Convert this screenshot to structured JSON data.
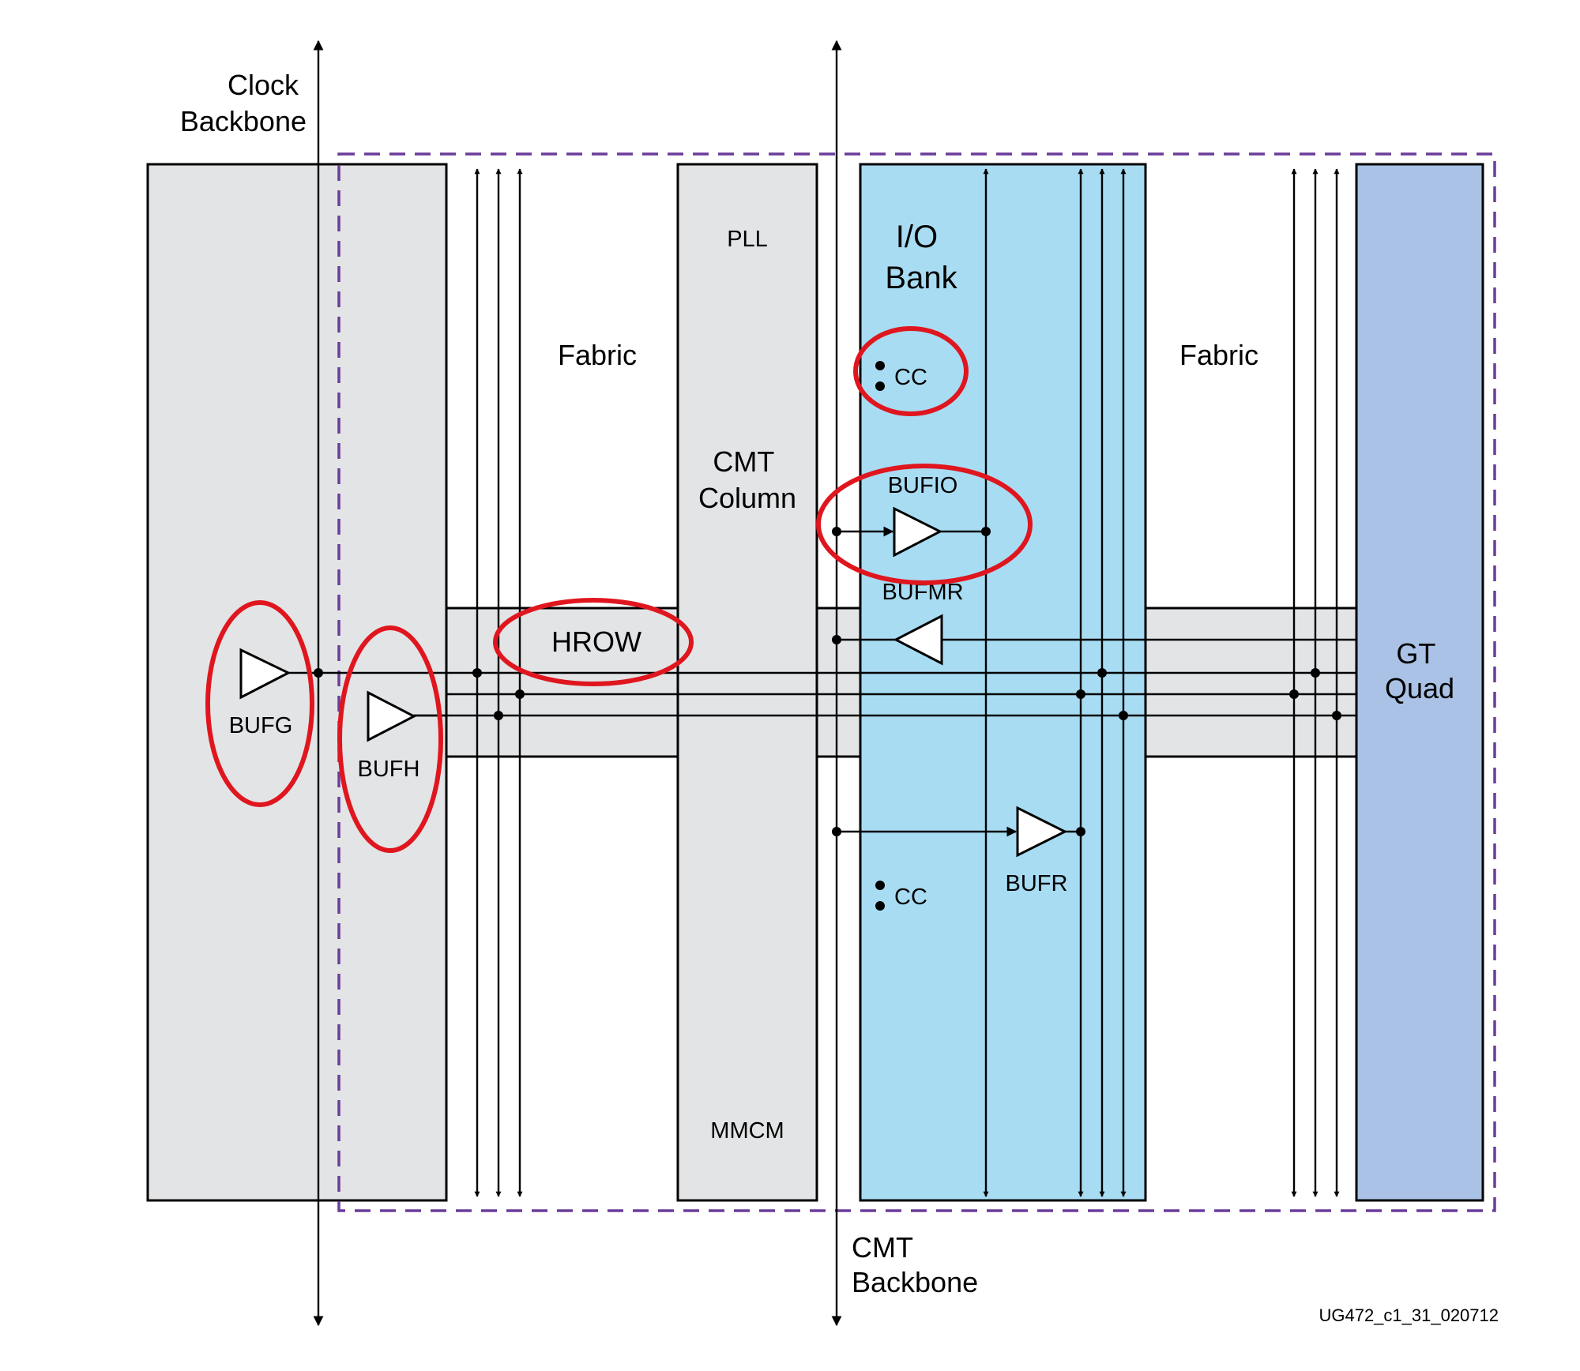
{
  "colors": {
    "region_border": "#6a3d9a",
    "clock_region_fill": "#e3e4e6",
    "io_bank_fill": "#a8dcf3",
    "gt_quad_fill": "#a9c2e6",
    "highlight": "#e0161f"
  },
  "labels": {
    "clock_backbone": [
      "Clock",
      "Backbone"
    ],
    "cmt_backbone": [
      "CMT",
      "Backbone"
    ],
    "fabric_left": "Fabric",
    "fabric_right": "Fabric",
    "pll": "PLL",
    "cmt_column": [
      "CMT",
      "Column"
    ],
    "mmcm": "MMCM",
    "io_bank": [
      "I/O",
      "Bank"
    ],
    "cc_top": "CC",
    "cc_bottom": "CC",
    "bufio": "BUFIO",
    "bufmr": "BUFMR",
    "bufr": "BUFR",
    "hrow": "HROW",
    "bufg": "BUFG",
    "bufh": "BUFH",
    "gt_quad": [
      "GT",
      "Quad"
    ],
    "figure_id": "UG472_c1_31_020712"
  }
}
